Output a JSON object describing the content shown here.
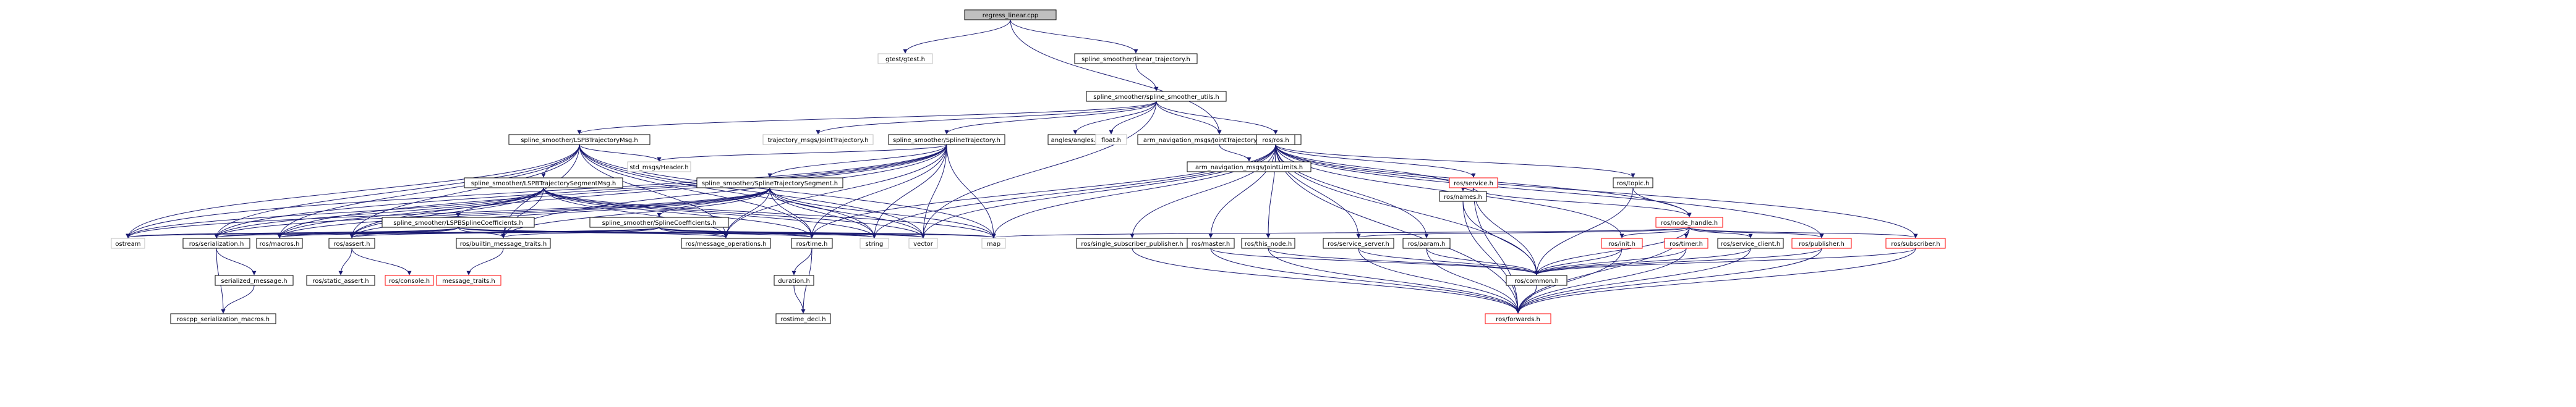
{
  "nodes": [
    {
      "id": "regress",
      "label": "regress_linear.cpp",
      "style": "root"
    },
    {
      "id": "gtest",
      "label": "gtest/gtest.h",
      "style": "ext"
    },
    {
      "id": "lintraj",
      "label": "spline_smoother/linear_trajectory.h",
      "style": "normal"
    },
    {
      "id": "utils",
      "label": "spline_smoother/spline_smoother_utils.h",
      "style": "normal"
    },
    {
      "id": "lspbmsg",
      "label": "spline_smoother/LSPBTrajectoryMsg.h",
      "style": "normal"
    },
    {
      "id": "trajmsgs",
      "label": "trajectory_msgs/JointTrajectory.h",
      "style": "ext"
    },
    {
      "id": "splinetraj",
      "label": "spline_smoother/SplineTrajectory.h",
      "style": "normal"
    },
    {
      "id": "angles",
      "label": "angles/angles.h",
      "style": "normal"
    },
    {
      "id": "float",
      "label": "float.h",
      "style": "ext"
    },
    {
      "id": "armjtwl",
      "label": "arm_navigation_msgs/JointTrajectoryWithLimits.h",
      "style": "normal"
    },
    {
      "id": "rosh",
      "label": "ros/ros.h",
      "style": "normal"
    },
    {
      "id": "stdheader",
      "label": "std_msgs/Header.h",
      "style": "ext"
    },
    {
      "id": "armjl",
      "label": "arm_navigation_msgs/JointLimits.h",
      "style": "normal"
    },
    {
      "id": "lspbseg",
      "label": "spline_smoother/LSPBTrajectorySegmentMsg.h",
      "style": "normal"
    },
    {
      "id": "splineseg",
      "label": "spline_smoother/SplineTrajectorySegment.h",
      "style": "normal"
    },
    {
      "id": "service",
      "label": "ros/service.h",
      "style": "red"
    },
    {
      "id": "topic",
      "label": "ros/topic.h",
      "style": "normal"
    },
    {
      "id": "names",
      "label": "ros/names.h",
      "style": "normal"
    },
    {
      "id": "nodehandle",
      "label": "ros/node_handle.h",
      "style": "red"
    },
    {
      "id": "lspbcoef",
      "label": "spline_smoother/LSPBSplineCoefficients.h",
      "style": "normal"
    },
    {
      "id": "splinecoef",
      "label": "spline_smoother/SplineCoefficients.h",
      "style": "normal"
    },
    {
      "id": "ostream",
      "label": "ostream",
      "style": "ext"
    },
    {
      "id": "serialization",
      "label": "ros/serialization.h",
      "style": "normal"
    },
    {
      "id": "macros",
      "label": "ros/macros.h",
      "style": "normal"
    },
    {
      "id": "assert",
      "label": "ros/assert.h",
      "style": "normal"
    },
    {
      "id": "builtin",
      "label": "ros/builtin_message_traits.h",
      "style": "normal"
    },
    {
      "id": "msgops",
      "label": "ros/message_operations.h",
      "style": "normal"
    },
    {
      "id": "time",
      "label": "ros/time.h",
      "style": "normal"
    },
    {
      "id": "string",
      "label": "string",
      "style": "ext"
    },
    {
      "id": "vector",
      "label": "vector",
      "style": "ext"
    },
    {
      "id": "map",
      "label": "map",
      "style": "ext"
    },
    {
      "id": "singlesub",
      "label": "ros/single_subscriber_publisher.h",
      "style": "normal"
    },
    {
      "id": "master",
      "label": "ros/master.h",
      "style": "normal"
    },
    {
      "id": "thisnode",
      "label": "ros/this_node.h",
      "style": "normal"
    },
    {
      "id": "servserver",
      "label": "ros/service_server.h",
      "style": "normal"
    },
    {
      "id": "param",
      "label": "ros/param.h",
      "style": "normal"
    },
    {
      "id": "init",
      "label": "ros/init.h",
      "style": "red"
    },
    {
      "id": "timer",
      "label": "ros/timer.h",
      "style": "red"
    },
    {
      "id": "servclient",
      "label": "ros/service_client.h",
      "style": "normal"
    },
    {
      "id": "publisher",
      "label": "ros/publisher.h",
      "style": "red"
    },
    {
      "id": "subscriber",
      "label": "ros/subscriber.h",
      "style": "red"
    },
    {
      "id": "common",
      "label": "ros/common.h",
      "style": "normal"
    },
    {
      "id": "serialized",
      "label": "serialized_message.h",
      "style": "normal"
    },
    {
      "id": "staticassert",
      "label": "ros/static_assert.h",
      "style": "normal"
    },
    {
      "id": "console",
      "label": "ros/console.h",
      "style": "red"
    },
    {
      "id": "msgtraits",
      "label": "message_traits.h",
      "style": "red"
    },
    {
      "id": "duration",
      "label": "duration.h",
      "style": "normal"
    },
    {
      "id": "roscppser",
      "label": "roscpp_serialization_macros.h",
      "style": "normal"
    },
    {
      "id": "rostimedecl",
      "label": "rostime_decl.h",
      "style": "normal"
    },
    {
      "id": "forwards",
      "label": "ros/forwards.h",
      "style": "red"
    }
  ],
  "edges": [
    [
      "regress",
      "gtest"
    ],
    [
      "regress",
      "lintraj"
    ],
    [
      "regress",
      "armjtwl"
    ],
    [
      "lintraj",
      "utils"
    ],
    [
      "utils",
      "lspbmsg"
    ],
    [
      "utils",
      "trajmsgs"
    ],
    [
      "utils",
      "splinetraj"
    ],
    [
      "utils",
      "angles"
    ],
    [
      "utils",
      "float"
    ],
    [
      "utils",
      "armjtwl"
    ],
    [
      "utils",
      "rosh"
    ],
    [
      "utils",
      "vector"
    ],
    [
      "armjtwl",
      "armjl"
    ],
    [
      "lspbmsg",
      "stdheader"
    ],
    [
      "lspbmsg",
      "lspbseg"
    ],
    [
      "lspbmsg",
      "ostream"
    ],
    [
      "lspbmsg",
      "serialization"
    ],
    [
      "lspbmsg",
      "macros"
    ],
    [
      "lspbmsg",
      "assert"
    ],
    [
      "lspbmsg",
      "builtin"
    ],
    [
      "lspbmsg",
      "msgops"
    ],
    [
      "lspbmsg",
      "time"
    ],
    [
      "lspbmsg",
      "string"
    ],
    [
      "lspbmsg",
      "vector"
    ],
    [
      "lspbmsg",
      "map"
    ],
    [
      "splinetraj",
      "stdheader"
    ],
    [
      "splinetraj",
      "splineseg"
    ],
    [
      "splinetraj",
      "ostream"
    ],
    [
      "splinetraj",
      "serialization"
    ],
    [
      "splinetraj",
      "macros"
    ],
    [
      "splinetraj",
      "assert"
    ],
    [
      "splinetraj",
      "builtin"
    ],
    [
      "splinetraj",
      "msgops"
    ],
    [
      "splinetraj",
      "time"
    ],
    [
      "splinetraj",
      "string"
    ],
    [
      "splinetraj",
      "vector"
    ],
    [
      "splinetraj",
      "map"
    ],
    [
      "lspbseg",
      "lspbcoef"
    ],
    [
      "lspbseg",
      "ostream"
    ],
    [
      "lspbseg",
      "serialization"
    ],
    [
      "lspbseg",
      "macros"
    ],
    [
      "lspbseg",
      "assert"
    ],
    [
      "lspbseg",
      "builtin"
    ],
    [
      "lspbseg",
      "msgops"
    ],
    [
      "lspbseg",
      "time"
    ],
    [
      "lspbseg",
      "string"
    ],
    [
      "lspbseg",
      "vector"
    ],
    [
      "lspbseg",
      "map"
    ],
    [
      "splineseg",
      "splinecoef"
    ],
    [
      "splineseg",
      "ostream"
    ],
    [
      "splineseg",
      "serialization"
    ],
    [
      "splineseg",
      "macros"
    ],
    [
      "splineseg",
      "assert"
    ],
    [
      "splineseg",
      "builtin"
    ],
    [
      "splineseg",
      "msgops"
    ],
    [
      "splineseg",
      "time"
    ],
    [
      "splineseg",
      "string"
    ],
    [
      "splineseg",
      "vector"
    ],
    [
      "splineseg",
      "map"
    ],
    [
      "lspbcoef",
      "ostream"
    ],
    [
      "lspbcoef",
      "serialization"
    ],
    [
      "lspbcoef",
      "macros"
    ],
    [
      "lspbcoef",
      "assert"
    ],
    [
      "lspbcoef",
      "builtin"
    ],
    [
      "lspbcoef",
      "msgops"
    ],
    [
      "lspbcoef",
      "time"
    ],
    [
      "lspbcoef",
      "string"
    ],
    [
      "lspbcoef",
      "vector"
    ],
    [
      "lspbcoef",
      "map"
    ],
    [
      "splinecoef",
      "ostream"
    ],
    [
      "splinecoef",
      "serialization"
    ],
    [
      "splinecoef",
      "macros"
    ],
    [
      "splinecoef",
      "assert"
    ],
    [
      "splinecoef",
      "builtin"
    ],
    [
      "splinecoef",
      "msgops"
    ],
    [
      "splinecoef",
      "time"
    ],
    [
      "splinecoef",
      "string"
    ],
    [
      "splinecoef",
      "vector"
    ],
    [
      "splinecoef",
      "map"
    ],
    [
      "serialization",
      "serialized"
    ],
    [
      "serialization",
      "roscppser"
    ],
    [
      "serialized",
      "roscppser"
    ],
    [
      "assert",
      "staticassert"
    ],
    [
      "assert",
      "console"
    ],
    [
      "builtin",
      "msgtraits"
    ],
    [
      "time",
      "duration"
    ],
    [
      "time",
      "rostimedecl"
    ],
    [
      "duration",
      "rostimedecl"
    ],
    [
      "rosh",
      "service"
    ],
    [
      "rosh",
      "topic"
    ],
    [
      "rosh",
      "names"
    ],
    [
      "rosh",
      "nodehandle"
    ],
    [
      "rosh",
      "singlesub"
    ],
    [
      "rosh",
      "master"
    ],
    [
      "rosh",
      "thisnode"
    ],
    [
      "rosh",
      "servserver"
    ],
    [
      "rosh",
      "param"
    ],
    [
      "rosh",
      "init"
    ],
    [
      "rosh",
      "publisher"
    ],
    [
      "rosh",
      "subscriber"
    ],
    [
      "rosh",
      "common"
    ],
    [
      "rosh",
      "forwards"
    ],
    [
      "rosh",
      "time"
    ],
    [
      "rosh",
      "string"
    ],
    [
      "rosh",
      "vector"
    ],
    [
      "rosh",
      "map"
    ],
    [
      "service",
      "names"
    ],
    [
      "service",
      "common"
    ],
    [
      "service",
      "forwards"
    ],
    [
      "service",
      "nodehandle"
    ],
    [
      "topic",
      "common"
    ],
    [
      "topic",
      "nodehandle"
    ],
    [
      "names",
      "common"
    ],
    [
      "names",
      "forwards"
    ],
    [
      "nodehandle",
      "servserver"
    ],
    [
      "nodehandle",
      "init"
    ],
    [
      "nodehandle",
      "timer"
    ],
    [
      "nodehandle",
      "servclient"
    ],
    [
      "nodehandle",
      "publisher"
    ],
    [
      "nodehandle",
      "subscriber"
    ],
    [
      "nodehandle",
      "common"
    ],
    [
      "nodehandle",
      "forwards"
    ],
    [
      "nodehandle",
      "map"
    ],
    [
      "singlesub",
      "forwards"
    ],
    [
      "master",
      "common"
    ],
    [
      "master",
      "forwards"
    ],
    [
      "thisnode",
      "common"
    ],
    [
      "thisnode",
      "forwards"
    ],
    [
      "servserver",
      "common"
    ],
    [
      "servserver",
      "forwards"
    ],
    [
      "param",
      "common"
    ],
    [
      "param",
      "forwards"
    ],
    [
      "init",
      "common"
    ],
    [
      "init",
      "forwards"
    ],
    [
      "timer",
      "common"
    ],
    [
      "timer",
      "forwards"
    ],
    [
      "servclient",
      "common"
    ],
    [
      "servclient",
      "forwards"
    ],
    [
      "publisher",
      "common"
    ],
    [
      "publisher",
      "forwards"
    ],
    [
      "subscriber",
      "common"
    ],
    [
      "subscriber",
      "forwards"
    ],
    [
      "common",
      "forwards"
    ]
  ],
  "colors": {
    "edge": "#191970",
    "node_border": "#000000",
    "ext_border": "#bfbfbf",
    "red_border": "#ff0000",
    "root_fill": "#bfbfbf",
    "text": "#000000"
  }
}
